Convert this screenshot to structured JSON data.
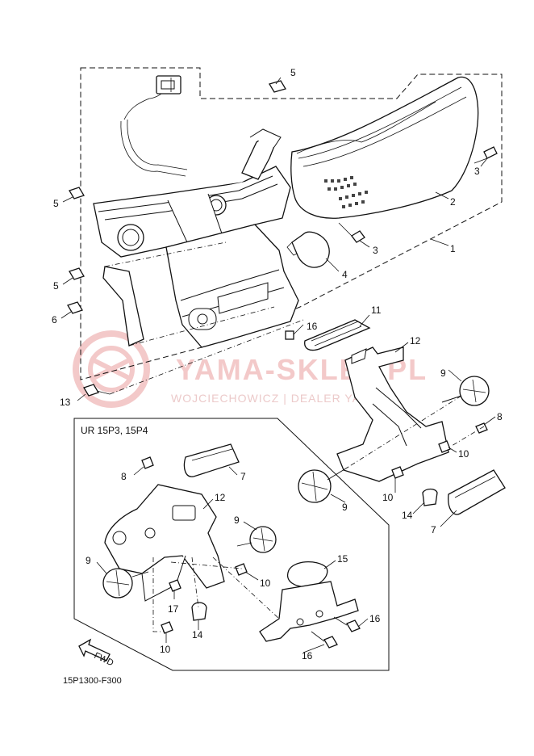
{
  "watermark": {
    "brand": "YAMA-SKLEP.PL",
    "subtitle": "WOJCIECHOWICZ | DEALER YAMAHA"
  },
  "inset": {
    "title": "UR 15P3, 15P4"
  },
  "diagram_code": "15P1300-F300",
  "fwd_label": "FWD",
  "callouts": {
    "c1": "1",
    "c2": "2",
    "c3a": "3",
    "c3b": "3",
    "c4": "4",
    "c5a": "5",
    "c5b": "5",
    "c5c": "5",
    "c6": "6",
    "c7a": "7",
    "c7b": "7",
    "c8a": "8",
    "c8b": "8",
    "c9a": "9",
    "c9b": "9",
    "c9c": "9",
    "c9d": "9",
    "c10a": "10",
    "c10b": "10",
    "c10c": "10",
    "c10d": "10",
    "c11": "11",
    "c12a": "12",
    "c12b": "12",
    "c13": "13",
    "c14a": "14",
    "c14b": "14",
    "c15": "15",
    "c16a": "16",
    "c16b": "16",
    "c16c": "16",
    "c17": "17"
  },
  "colors": {
    "line": "#111111",
    "watermark": "#f0c0c0"
  }
}
